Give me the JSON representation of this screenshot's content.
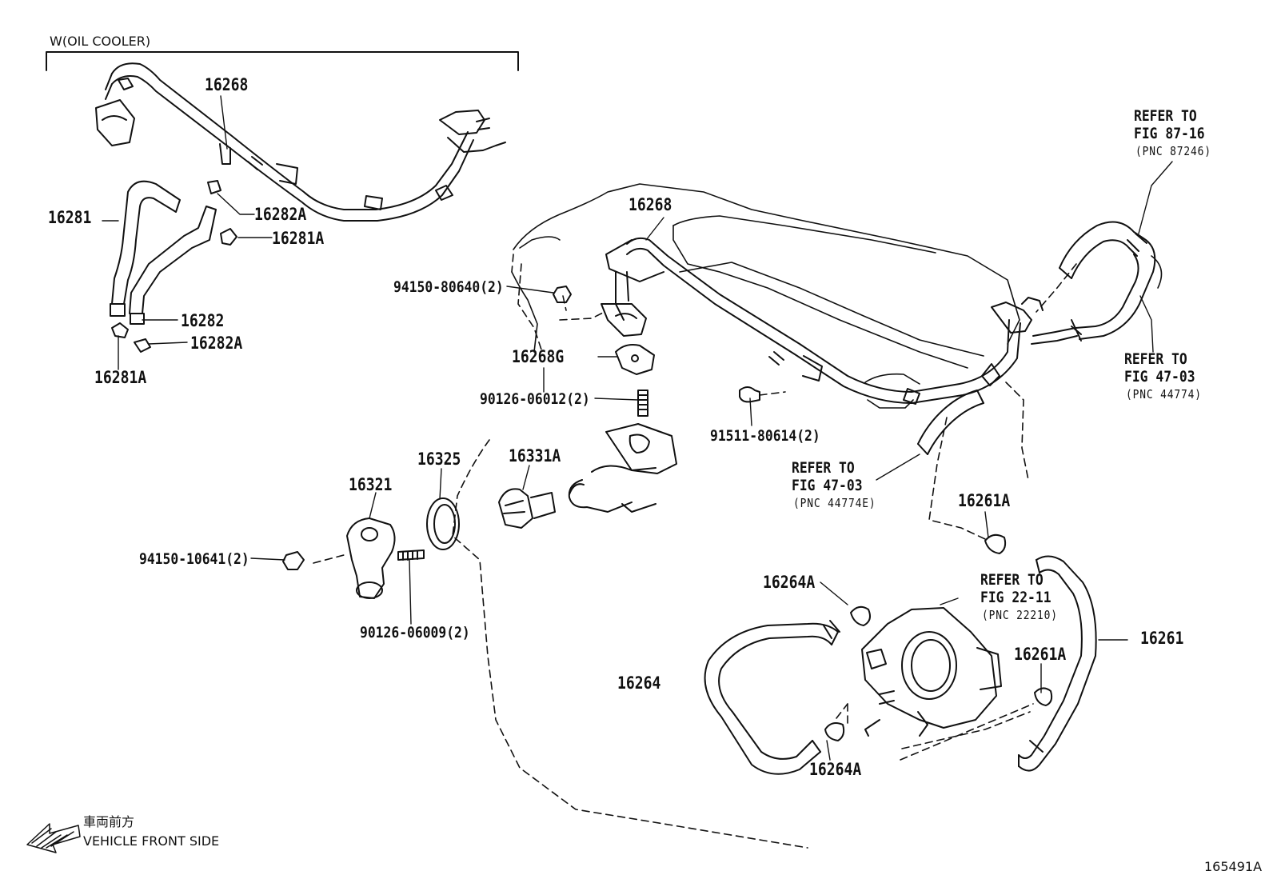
{
  "header": {
    "variant_label": "W(OIL COOLER)"
  },
  "parts": {
    "p16268_top": "16268",
    "p16268_main": "16268",
    "p16281": "16281",
    "p16282A_a": "16282A",
    "p16281A_a": "16281A",
    "p16282": "16282",
    "p16282A_b": "16282A",
    "p16281A_b": "16281A",
    "nut_94150_80640": "94150-80640(2)",
    "p16268G": "16268G",
    "stud_90126_06012": "90126-06012(2)",
    "p16325": "16325",
    "p16331A": "16331A",
    "p16321": "16321",
    "nut_94150_10641": "94150-10641(2)",
    "stud_90126_06009": "90126-06009(2)",
    "p16264": "16264",
    "p16264A_a": "16264A",
    "p16264A_b": "16264A",
    "bolt_91511_80614": "91511-80614(2)",
    "p16261A_a": "16261A",
    "p16261A_b": "16261A",
    "p16261": "16261"
  },
  "references": {
    "ref_87_16": {
      "line1": "REFER TO",
      "line2": "FIG 87-16",
      "pnc": "(PNC 87246)"
    },
    "ref_47_03_right": {
      "line1": "REFER TO",
      "line2": "FIG 47-03",
      "pnc": "(PNC 44774)"
    },
    "ref_47_03_mid": {
      "line1": "REFER TO",
      "line2": "FIG 47-03",
      "pnc": "(PNC 44774E)"
    },
    "ref_22_11": {
      "line1": "REFER TO",
      "line2": "FIG 22-11",
      "pnc": "(PNC 22210)"
    }
  },
  "footer": {
    "direction_jp": "車両前方",
    "direction_en": "VEHICLE FRONT SIDE",
    "illustration_no": "165491A"
  },
  "icons": {
    "direction_arrow": "front-direction-arrow-icon"
  }
}
